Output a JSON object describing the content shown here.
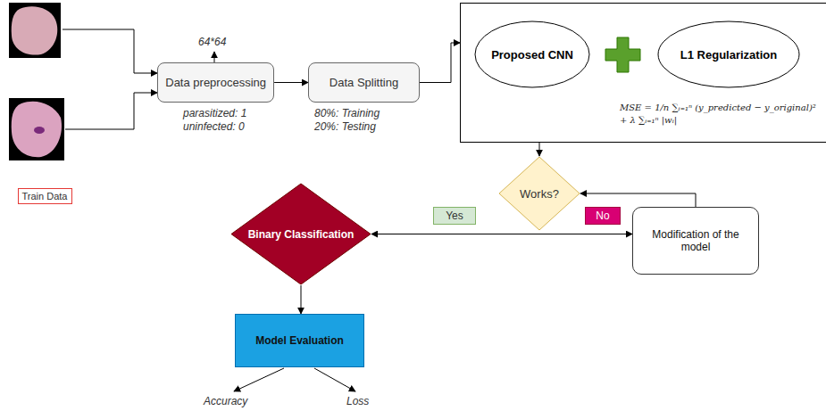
{
  "diagram": {
    "nodes": [
      {
        "text": [
          "Data preprocessing"
        ]
      },
      {
        "text": [
          "Data Splitting"
        ]
      },
      {
        "text": [
          "MSE = 1/n ∑ᵢ₌₁ⁿ (y_predicted − y_original)² + λ ∑ᵢ₌₁ⁿ |wᵢ|"
        ]
      },
      {
        "text": [
          "Proposed CNN"
        ],
        "in": 2
      },
      {
        "text": [
          "L1 Regularization"
        ],
        "in": 2
      },
      {
        "text": [
          "Works?"
        ]
      },
      {
        "text": [
          "Yes"
        ]
      },
      {
        "text": [
          "No"
        ]
      },
      {
        "text": [
          "Binary Classification"
        ]
      },
      {
        "text": [
          "Modification of the model"
        ]
      },
      {
        "text": [
          "Train Data"
        ]
      },
      {
        "text": [
          "Model Evaluation"
        ]
      }
    ],
    "edges": [
      {
        "from": 0,
        "to": 1,
        "arrow": "to"
      },
      {
        "from": 1,
        "to": 2,
        "arrow": "to"
      },
      {
        "from": 2,
        "to": 5,
        "arrow": "to"
      },
      {
        "from": 8,
        "to": 9,
        "arrow": "both"
      },
      {
        "from": 9,
        "to": 5,
        "arrow": "to"
      },
      {
        "from": 8,
        "to": 11,
        "arrow": "to"
      }
    ],
    "labels": [
      "64*64",
      "parasitized: 1",
      "uninfected: 0",
      "80%: Training",
      "20%: Testing",
      "Accuracy",
      "Loss"
    ]
  }
}
